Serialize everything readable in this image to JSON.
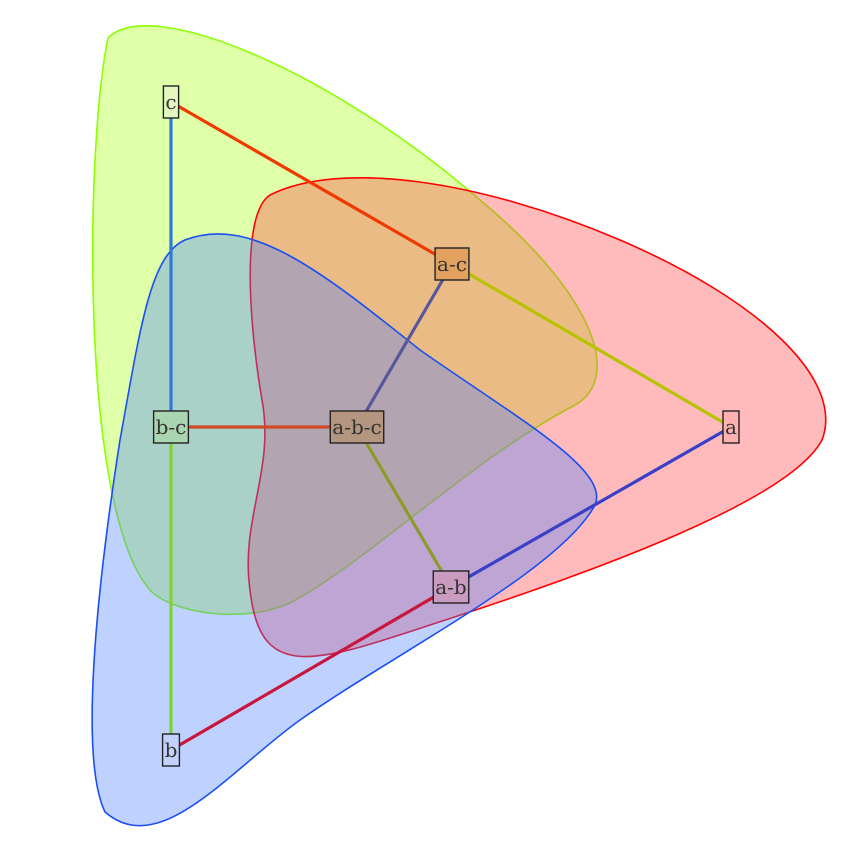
{
  "diagram": {
    "sets": [
      {
        "id": "a",
        "fill": "#ff4d4d",
        "fill_opacity": 0.38,
        "stroke": "#ff0000"
      },
      {
        "id": "b",
        "fill": "#4d7fff",
        "fill_opacity": 0.36,
        "stroke": "#1a4ff0"
      },
      {
        "id": "c",
        "fill": "#b3ff33",
        "fill_opacity": 0.42,
        "stroke": "#8cff00"
      }
    ],
    "nodes": [
      {
        "id": "c",
        "label": "c",
        "fill": "#e4f7c0"
      },
      {
        "id": "a-c",
        "label": "a-c",
        "fill": "#e2a15e"
      },
      {
        "id": "b-c",
        "label": "b-c",
        "fill": "#a9d6b0"
      },
      {
        "id": "a-b-c",
        "label": "a-b-c",
        "fill": "#b49580"
      },
      {
        "id": "a",
        "label": "a",
        "fill": "#ffb0b0"
      },
      {
        "id": "a-b",
        "label": "a-b",
        "fill": "#c99bc0"
      },
      {
        "id": "b",
        "label": "b",
        "fill": "#c3d1ff"
      }
    ],
    "edges": [
      {
        "from": "c",
        "to": "a-c",
        "color": "#ee3a00"
      },
      {
        "from": "c",
        "to": "b-c",
        "color": "#2f78d8"
      },
      {
        "from": "a-c",
        "to": "a",
        "color": "#b8c200"
      },
      {
        "from": "a-c",
        "to": "a-b-c",
        "color": "#55589a"
      },
      {
        "from": "b-c",
        "to": "a-b-c",
        "color": "#d14a26"
      },
      {
        "from": "b-c",
        "to": "b",
        "color": "#7dd332"
      },
      {
        "from": "a-b-c",
        "to": "a-b",
        "color": "#8c9a2a"
      },
      {
        "from": "a",
        "to": "a-b",
        "color": "#3a3fc8"
      },
      {
        "from": "a-b",
        "to": "b",
        "color": "#c8163c"
      }
    ]
  }
}
